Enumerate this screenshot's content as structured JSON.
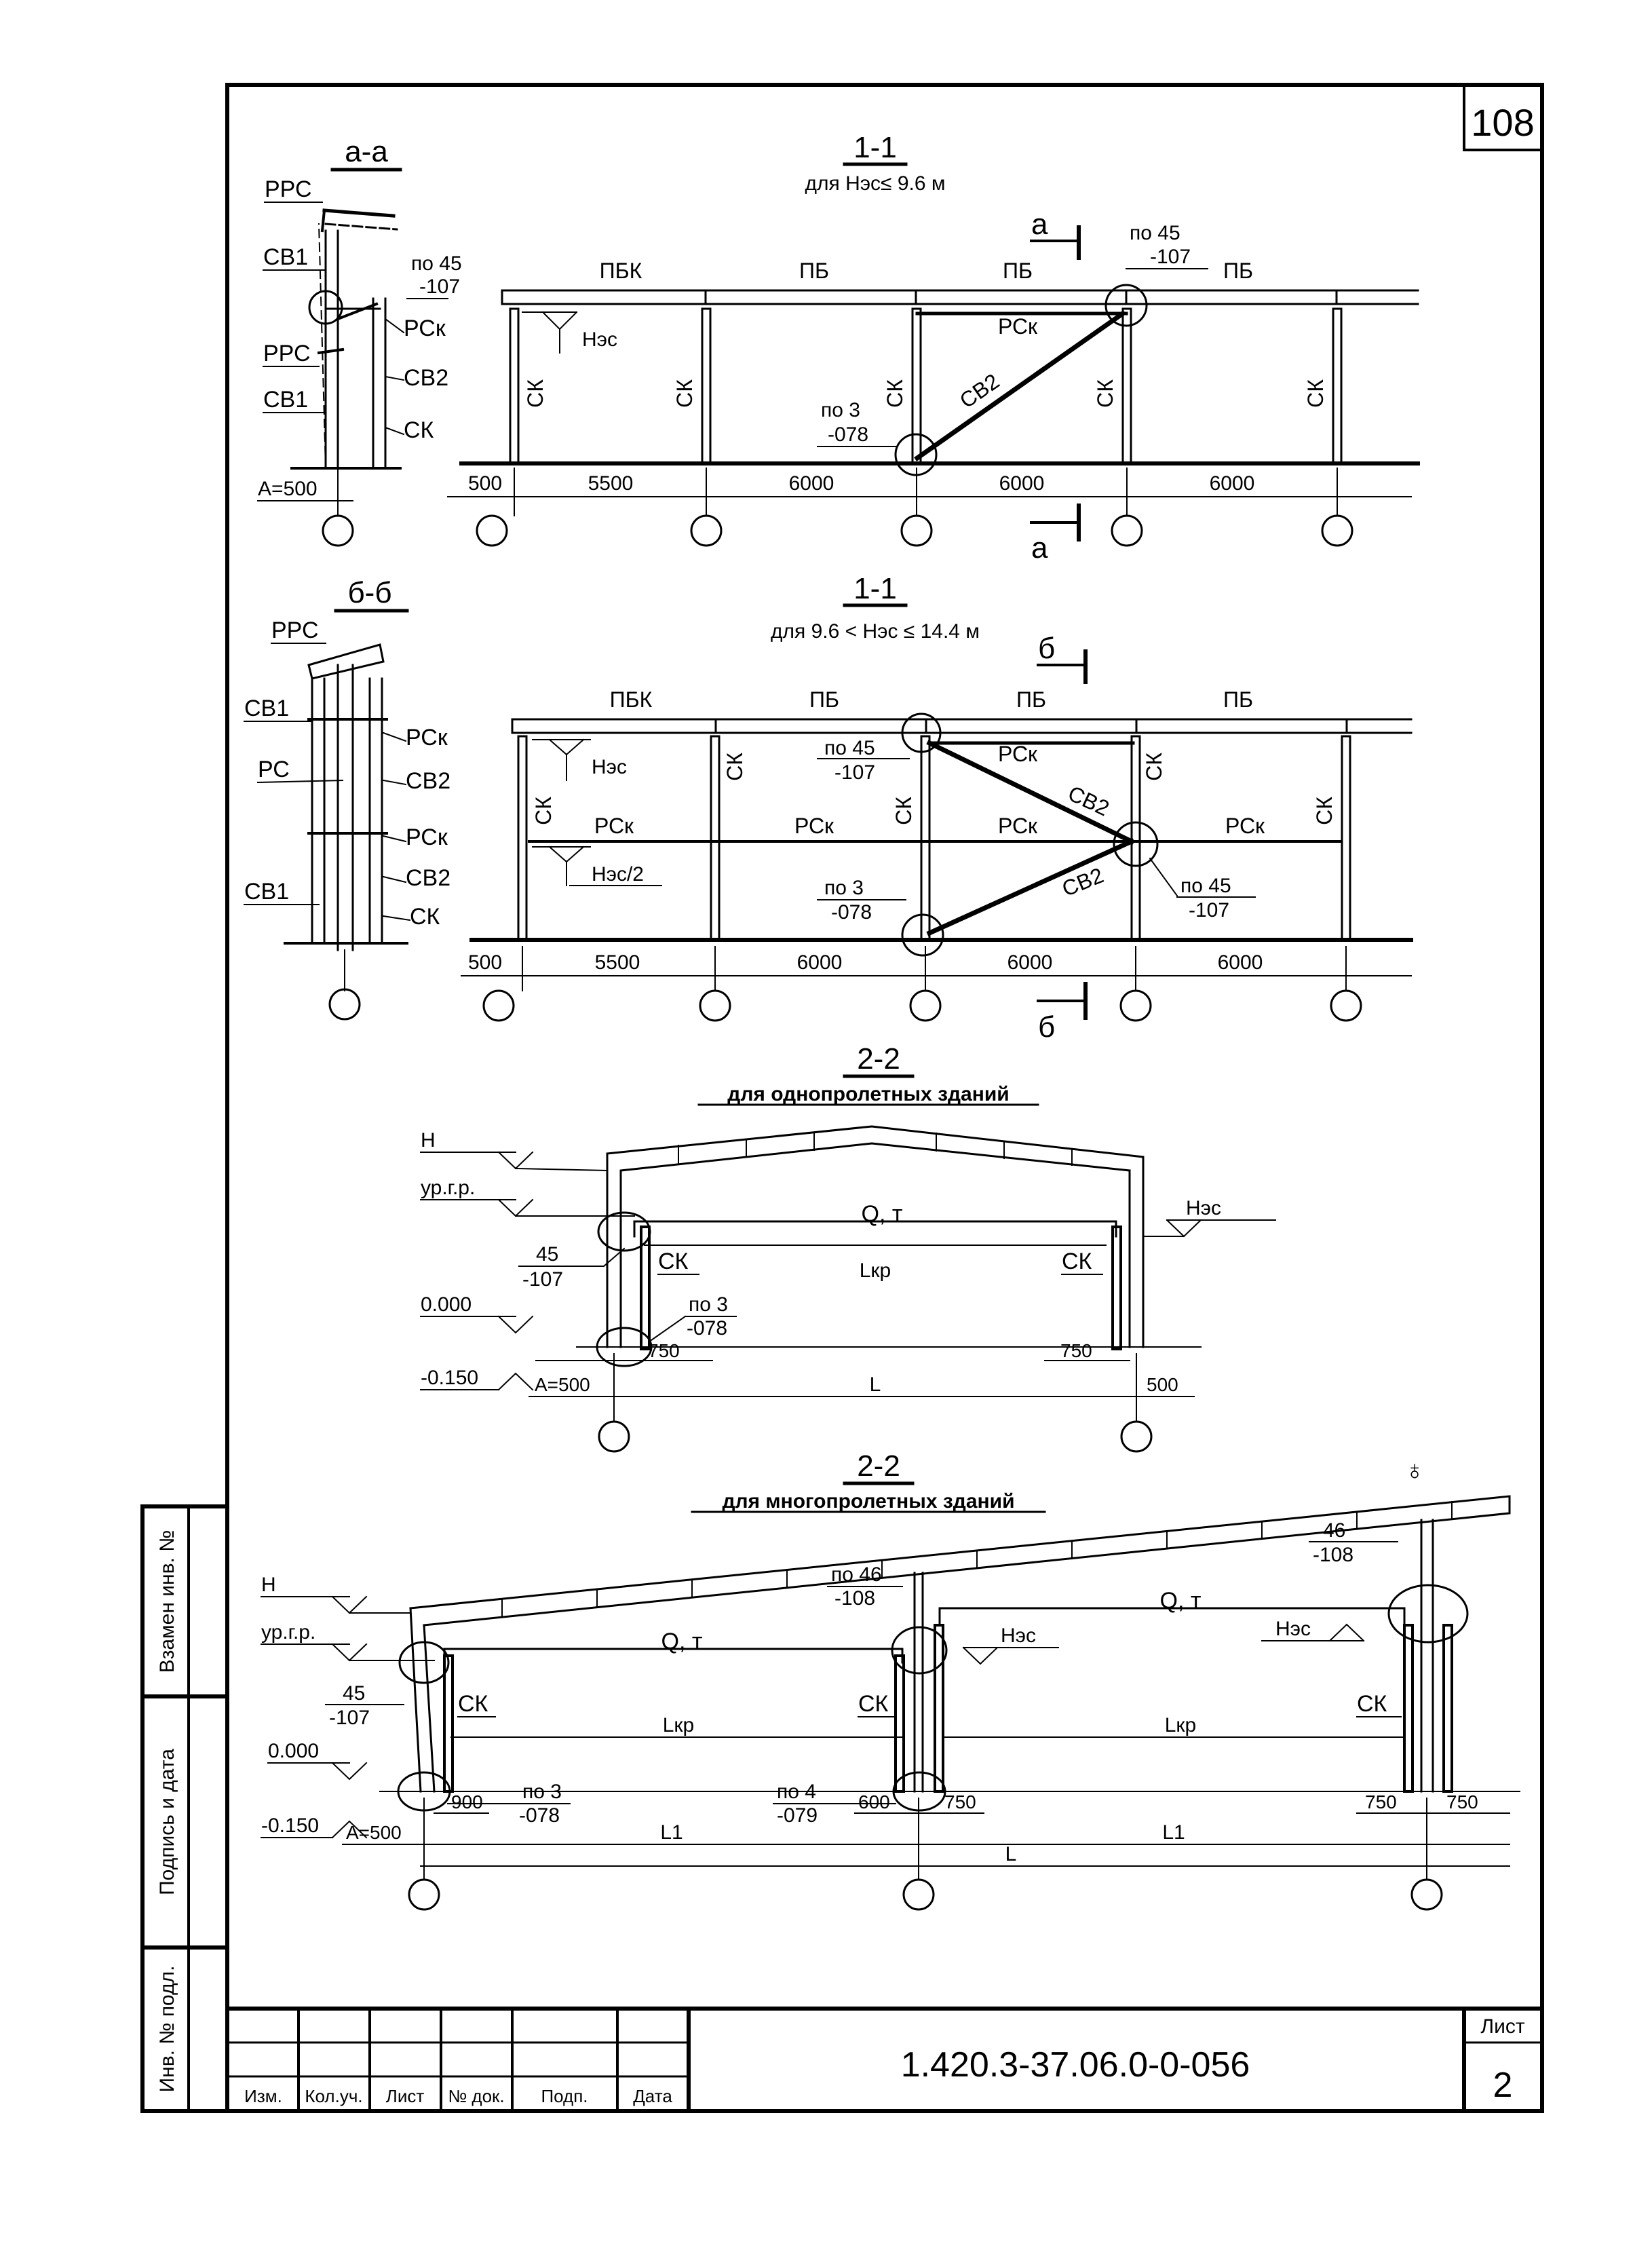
{
  "sheet_number_top": "108",
  "sections": {
    "aa_title": "а-а",
    "s11a_title": "1-1",
    "s11a_subtitle": "для Нэс≤ 9.6 м",
    "bb_title": "б-б",
    "s11b_title": "1-1",
    "s11b_subtitle": "для 9.6 < Нэс ≤ 14.4 м",
    "s22a_title": "2-2",
    "s22a_subtitle": "для однопролетных зданий",
    "s22b_title": "2-2",
    "s22b_subtitle": "для многопролетных зданий"
  },
  "labels": {
    "rrs": "РРС",
    "sv1": "СВ1",
    "sv2": "СВ2",
    "rsk": "РСк",
    "sk": "СК",
    "rs": "РС",
    "pbk": "ПБК",
    "pb": "ПБ",
    "hes": "Нэс",
    "hes_half": "Нэс/2",
    "a_mark": "а",
    "b_mark": "б",
    "po45": "по 45",
    "n107": "-107",
    "po3": "по 3",
    "n078": "-078",
    "po46": "по 46",
    "n108": "-108",
    "po4": "по 4",
    "n079": "-079",
    "n45": "45",
    "n46": "46",
    "a500": "А=500",
    "H": "Н",
    "urgr": "ур.г.р.",
    "q": "Q, т",
    "lkr": "Lкр",
    "lvl0": "0.000",
    "lvlm150": "-0.150",
    "L": "L",
    "L1": "L1",
    "axis_mark": "♁"
  },
  "dims": {
    "d500": "500",
    "d5500": "5500",
    "d6000": "6000",
    "d750": "750",
    "d900": "900",
    "d600": "600"
  },
  "stamp": {
    "side_1": "Взамен инв. №",
    "side_2": "Подпись и дата",
    "side_3": "Инв. № подл.",
    "col_izm": "Изм.",
    "col_kol": "Кол.уч.",
    "col_list": "Лист",
    "col_ndok": "№ док.",
    "col_podp": "Подп.",
    "col_data": "Дата",
    "designation": "1.420.3-37.06.0-0-056",
    "list_label": "Лист",
    "list_no": "2"
  }
}
